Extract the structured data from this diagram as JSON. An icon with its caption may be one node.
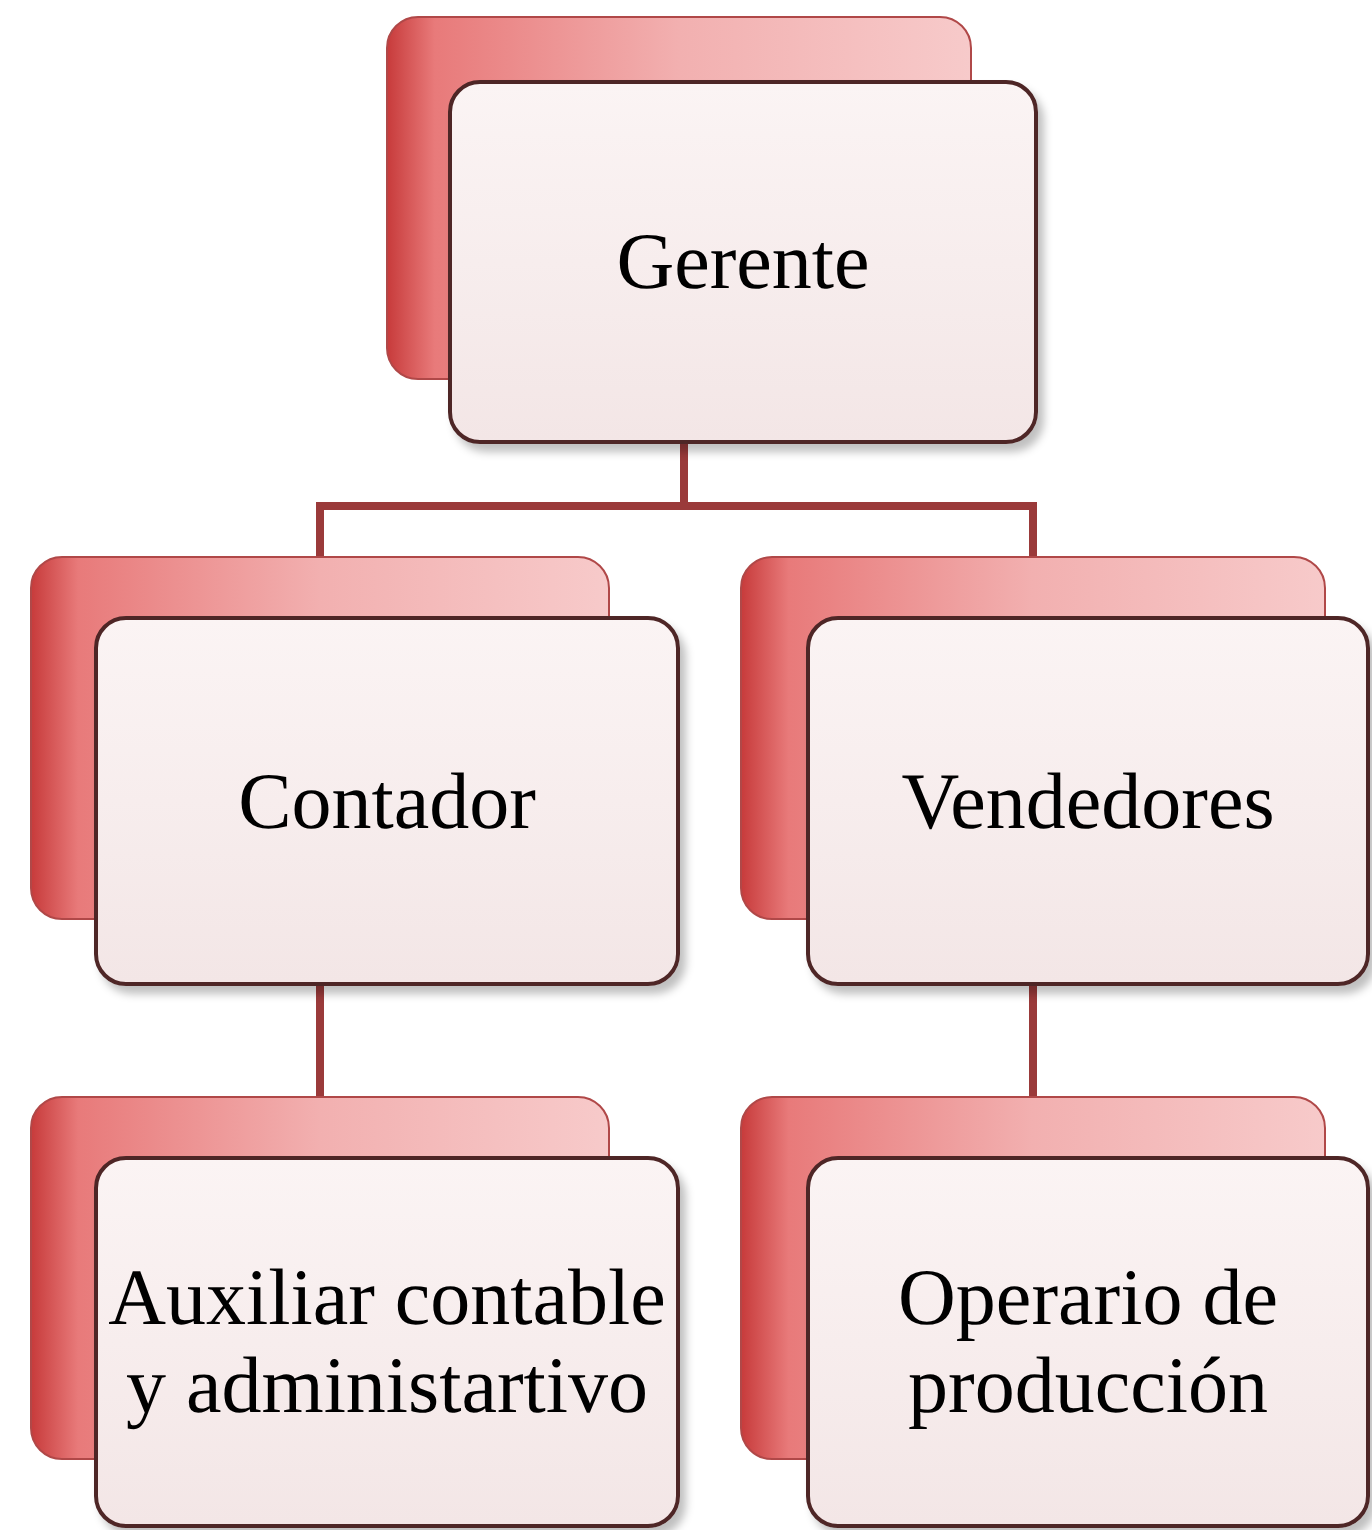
{
  "diagram": {
    "nodes": [
      {
        "text": [
          "Gerente"
        ]
      },
      {
        "text": [
          "Contador"
        ]
      },
      {
        "text": [
          "Vendedores"
        ]
      },
      {
        "text": [
          "Auxiliar contable y administartivo"
        ]
      },
      {
        "text": [
          "Operario de producción"
        ]
      }
    ],
    "edges": [
      {
        "from": 0,
        "to": 1,
        "arrow": "none"
      },
      {
        "from": 0,
        "to": 2,
        "arrow": "none"
      },
      {
        "from": 1,
        "to": 3,
        "arrow": "none"
      },
      {
        "from": 2,
        "to": 4,
        "arrow": "none"
      }
    ]
  }
}
